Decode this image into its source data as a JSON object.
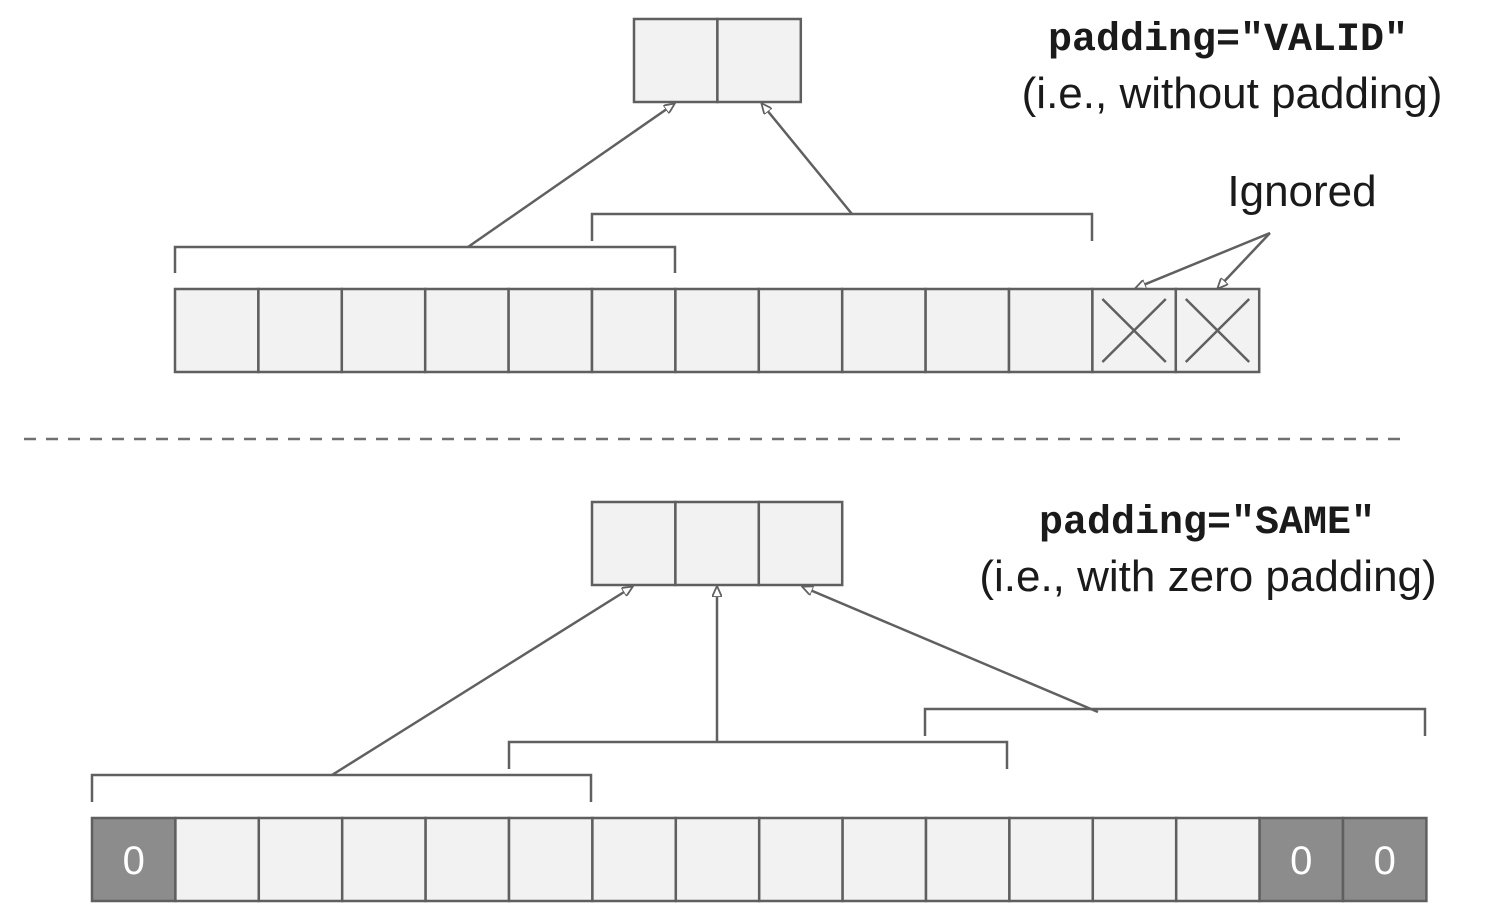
{
  "valid": {
    "title": "padding=\"VALID\"",
    "subtitle": "(i.e., without padding)",
    "ignored_label": "Ignored",
    "input_cells": 13,
    "ignored_cells": 2,
    "output_cells": 2
  },
  "same": {
    "title": "padding=\"SAME\"",
    "subtitle": "(i.e., with zero padding)",
    "input_cells": 16,
    "output_cells": 3,
    "pad_value": "0",
    "pad_left": 1,
    "pad_right": 2
  },
  "colors": {
    "cell_fill": "#f2f2f2",
    "pad_fill": "#8c8c8c",
    "stroke": "#5f5f5f"
  }
}
